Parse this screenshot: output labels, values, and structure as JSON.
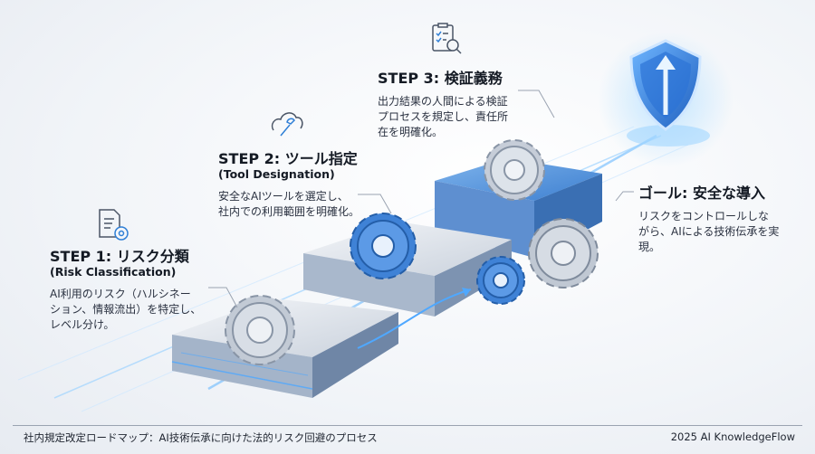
{
  "steps": [
    {
      "title": "STEP 1: リスク分類",
      "subtitle": "(Risk Classification)",
      "description": "AI利用のリスク（ハルシネー\nション、情報流出）を特定し、\nレベル分け。",
      "icon": "document-gear-icon"
    },
    {
      "title": "STEP 2: ツール指定",
      "subtitle": "(Tool Designation)",
      "description": "安全なAIツールを選定し、\n社内での利用範囲を明確化。",
      "icon": "wrench-cloud-icon"
    },
    {
      "title": "STEP 3: 検証義務",
      "subtitle": "",
      "description": "出力結果の人間による検証\nプロセスを規定し、責任所\n在を明確化。",
      "icon": "checklist-magnifier-icon"
    }
  ],
  "goal": {
    "title": "ゴール: 安全な導入",
    "description": "リスクをコントロールしな\nがら、AIによる技術伝承を実\n現。",
    "icon": "shield-arrow-icon"
  },
  "footer": {
    "left": "社内規定改定ロードマップ：AI技術伝承に向けた法的リスク回避のプロセス",
    "right": "2025 AI KnowledgeFlow"
  },
  "colors": {
    "accent": "#2f7fd6",
    "steel": "#b9c2ce",
    "glow": "#7cc8ff",
    "dark_text": "#141a24"
  }
}
